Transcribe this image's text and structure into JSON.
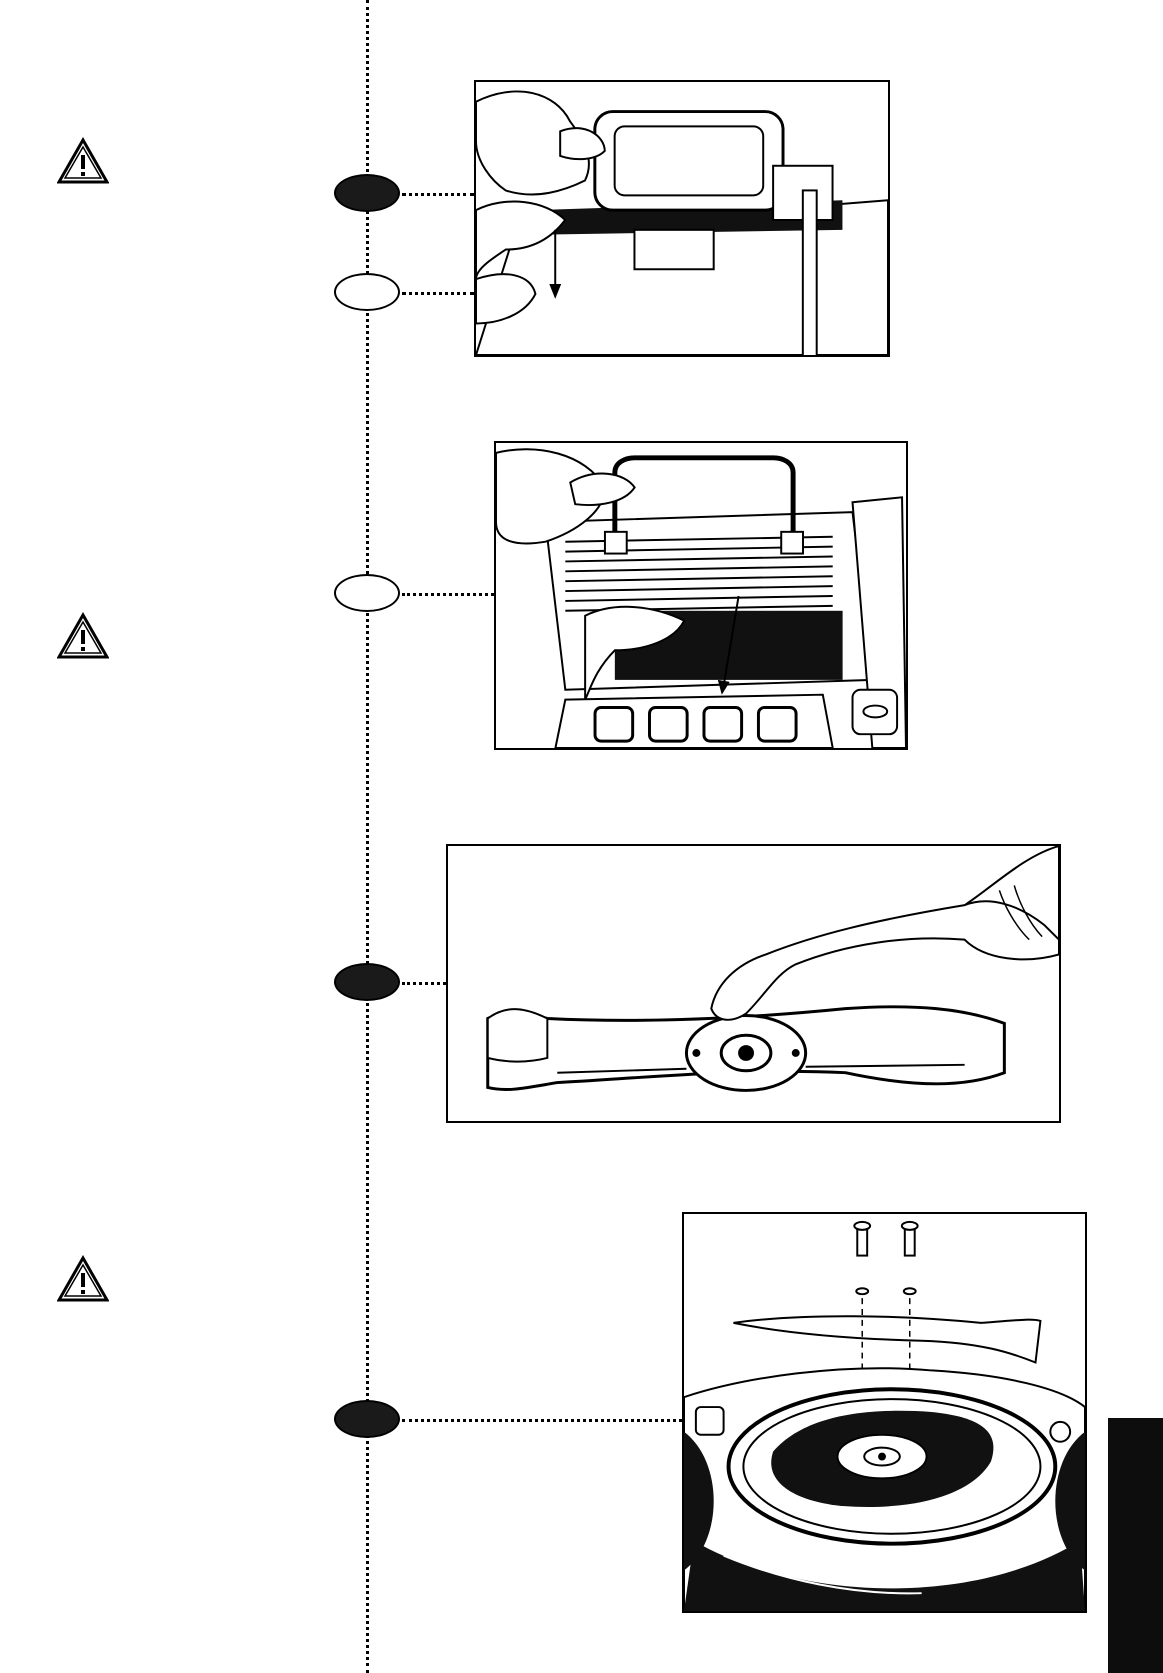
{
  "page": {
    "side_tab_color": "#0d0d0d",
    "line_color": "#000000",
    "marker_fill_color": "#1a1a1a"
  },
  "icons": {
    "warning": "warning-triangle-icon"
  },
  "figures": [
    {
      "name": "grass-bag-handle-figure",
      "markers": [
        "filled",
        "outline"
      ]
    },
    {
      "name": "grass-bag-removal-figure",
      "markers": [
        "outline"
      ]
    },
    {
      "name": "blade-inspection-figure",
      "markers": [
        "filled"
      ]
    },
    {
      "name": "blade-assembly-figure",
      "markers": [
        "filled"
      ]
    }
  ]
}
